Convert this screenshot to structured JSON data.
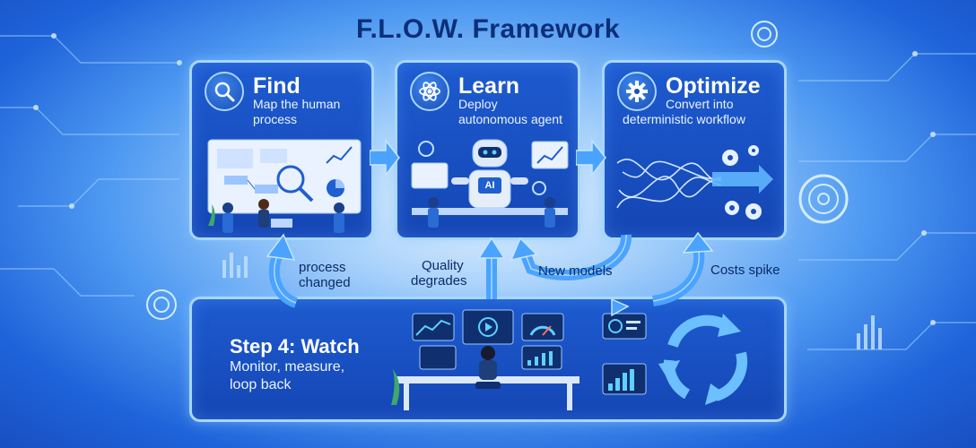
{
  "title": "F.L.O.W. Framework",
  "cards": {
    "find": {
      "title": "Find",
      "subtitle_line1": "Map the human",
      "subtitle_line2": "process",
      "icon": "magnifier-icon"
    },
    "learn": {
      "title": "Learn",
      "subtitle_line1": "Deploy",
      "subtitle_line2": "autonomous agent",
      "icon": "atom-icon"
    },
    "optimize": {
      "title": "Optimize",
      "subtitle_line1": "Convert into",
      "subtitle_line2": "deterministic workflow",
      "icon": "gear-icon"
    },
    "watch": {
      "title": "Step 4: Watch",
      "subtitle_line1": "Monitor, measure,",
      "subtitle_line2": "loop back"
    }
  },
  "robot_label": "AI",
  "edges": {
    "process_changed_1": "process",
    "process_changed_2": "changed",
    "quality_1": "Quality",
    "quality_2": "degrades",
    "new_models": "New models",
    "costs_spike": "Costs spike"
  },
  "colors": {
    "card": "#1a50c4",
    "border": "#a9d6ff",
    "arrow": "#4aa3ff",
    "title": "#0b2f78"
  }
}
